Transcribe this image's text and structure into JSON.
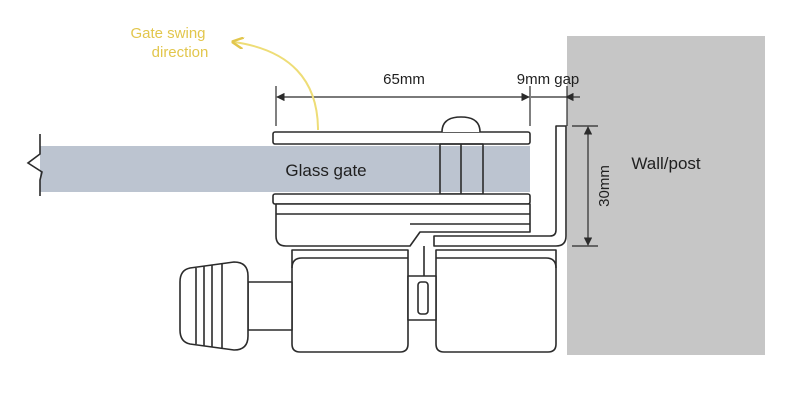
{
  "labels": {
    "swing": [
      "Gate swing",
      "direction"
    ],
    "width": "65mm",
    "gap": "9mm gap",
    "glass": "Glass gate",
    "wall": "Wall/post",
    "height": "30mm"
  },
  "colors": {
    "wall": "#c6c6c6",
    "glass": "#bcc4d0",
    "line": "#2b2b2b",
    "accent": "#eedd77",
    "accent_text": "#e2c64c",
    "text": "#1f1f1f"
  }
}
